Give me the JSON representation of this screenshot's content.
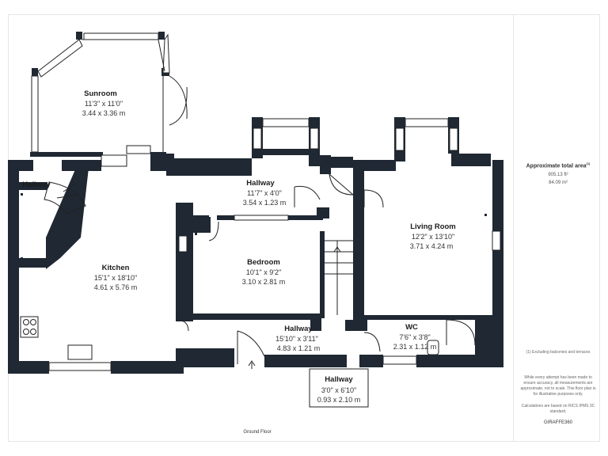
{
  "floor": {
    "label": "Ground Floor",
    "rooms": [
      {
        "name": "Sunroom",
        "dim_imperial": "11'3\" x 11'0\"",
        "dim_metric": "3.44 x 3.36 m"
      },
      {
        "name": "Hallway",
        "dim_imperial": "11'7\" x 4'0\"",
        "dim_metric": "3.54 x 1.23 m"
      },
      {
        "name": "Hallway"
      },
      {
        "name": "Kitchen",
        "dim_imperial": "15'1\" x 18'10\"",
        "dim_metric": "4.61 x 5.76 m"
      },
      {
        "name": "Bedroom",
        "dim_imperial": "10'1\" x 9'2\"",
        "dim_metric": "3.10 x 2.81 m"
      },
      {
        "name": "Living Room",
        "dim_imperial": "12'2\" x 13'10\"",
        "dim_metric": "3.71 x 4.24 m"
      },
      {
        "name": "Hallway",
        "dim_imperial": "15'10\" x 3'11\"",
        "dim_metric": "4.83 x 1.21 m"
      },
      {
        "name": "WC",
        "dim_imperial": "7'6\" x 3'8\"",
        "dim_metric": "2.31 x 1.12 m"
      },
      {
        "name": "Hallway",
        "dim_imperial": "3'0\" x 6'10\"",
        "dim_metric": "0.93 x 2.10 m"
      }
    ]
  },
  "sidebar": {
    "area_title": "Approximate total area",
    "area_title_sup": "(1)",
    "area_sqft": "905.13 ft²",
    "area_sqm": "84.09 m²",
    "footnote": "(1) Excluding balconies and terraces",
    "disclaimer": "While every attempt has been made to ensure accuracy, all measurements are approximate, not to scale. This floor plan is for illustrative purposes only.",
    "calc_note": "Calculations are based on RICS IPMS 3C standard.",
    "brand": "GIRAFFE360"
  },
  "colors": {
    "wall": "#1f2833",
    "window": "#ffffff",
    "line": "#222222"
  }
}
